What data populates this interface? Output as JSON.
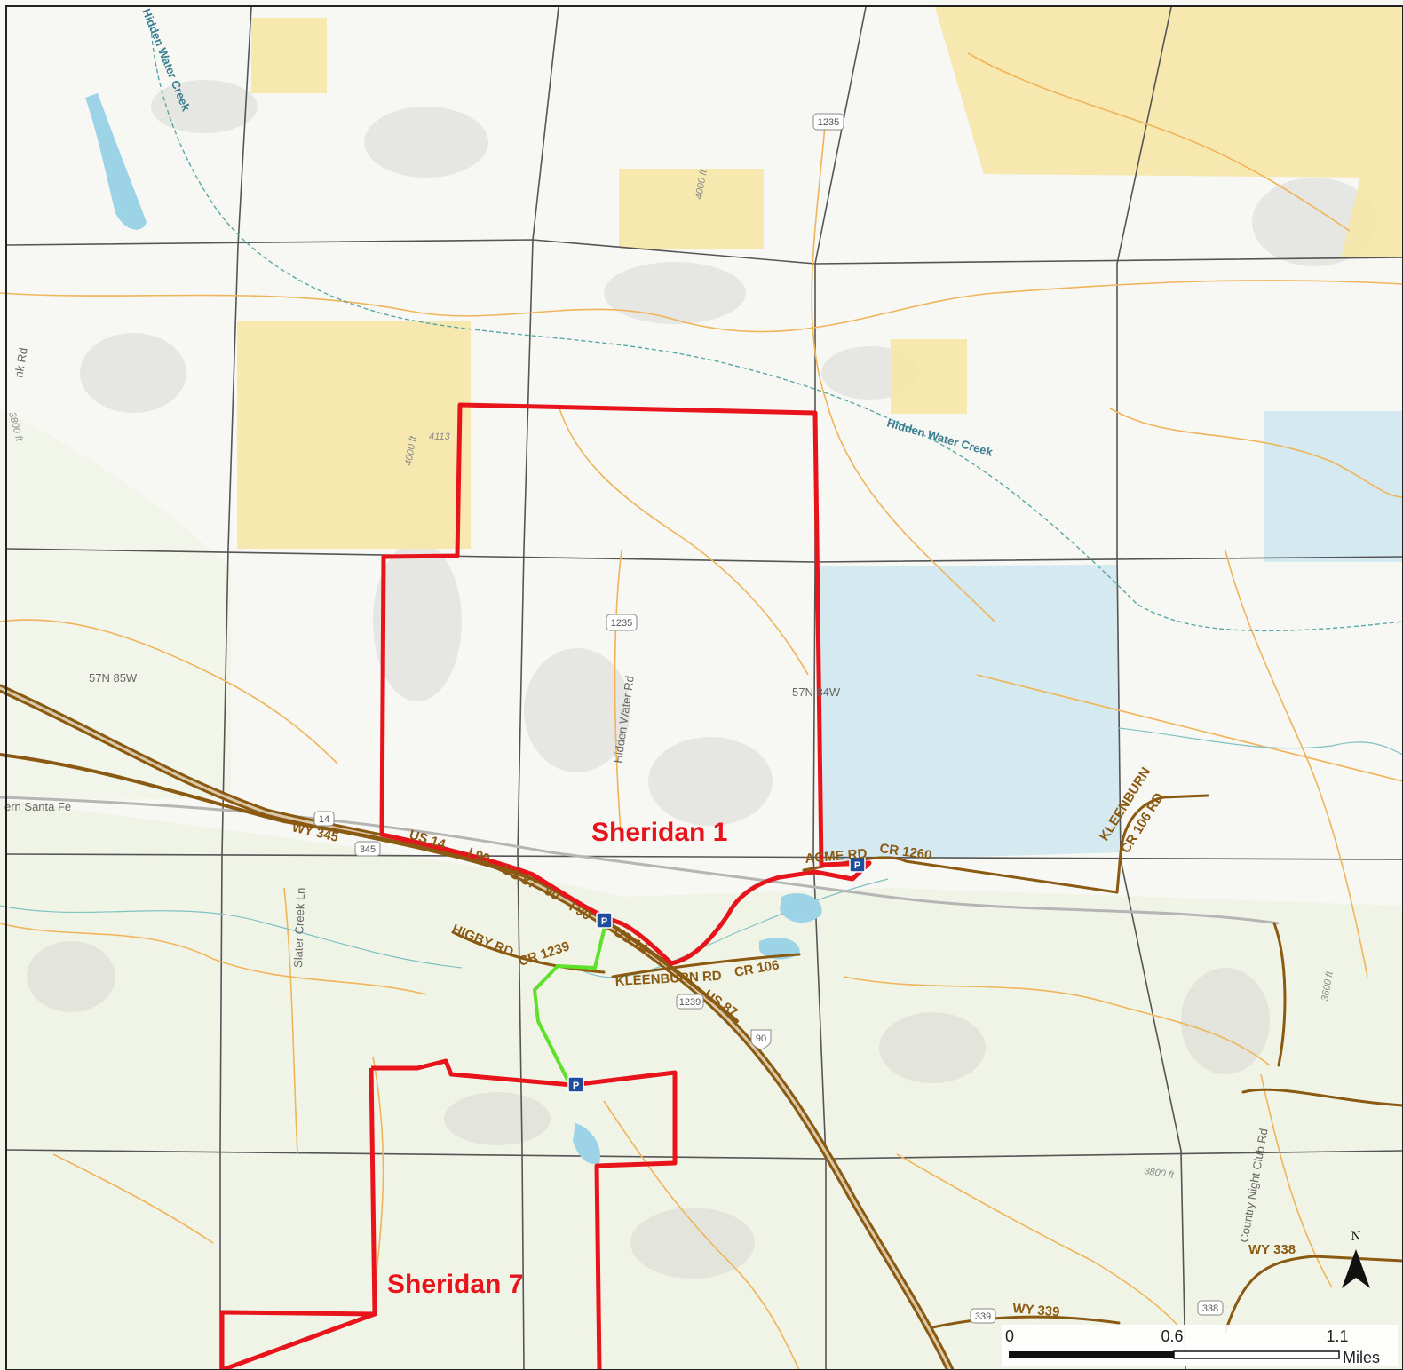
{
  "areas": [
    {
      "name": "Sheridan 1"
    },
    {
      "name": "Sheridan 7"
    }
  ],
  "road_labels": [
    "WY 345",
    "US 14",
    "I 90",
    "US 87",
    "90",
    "I 90",
    "US 14",
    "HIGBY RD",
    "CR 1239",
    "KLEENBURN RD",
    "CR 106",
    "US 87",
    "ACME RD",
    "CR 1260",
    "KLEENBURN",
    "CR 106 RD",
    "WY 338",
    "WY 339"
  ],
  "place_labels": {
    "township_1": "57N 85W",
    "township_2": "57N 84W",
    "hidden_water_rd": "Hidden Water Rd",
    "slater_creek_ln": "Slater Creek Ln",
    "railroad": "ern Santa Fe",
    "tank_rd": "nk Rd",
    "country_club_rd": "Country Night Club Rd"
  },
  "water_labels": {
    "creek_north": "Hidden Water Creek",
    "creek_east": "Hidden Water Creek"
  },
  "contour_labels": [
    "3800 ft",
    "4000 ft",
    "4113",
    "4000 ft",
    "3800 ft",
    "3600 ft"
  ],
  "shields": [
    "1235",
    "1235",
    "345",
    "14",
    "90",
    "1239",
    "338",
    "339"
  ],
  "scale_bar": {
    "ticks": [
      "0",
      "0.6",
      "1.1"
    ],
    "unit": "Miles"
  },
  "north_arrow": {
    "label": "N"
  },
  "parking": {
    "label": "P"
  },
  "colors": {
    "boundary": "#e8141c",
    "trail": "#5fe02a",
    "highway": "#8a5a12",
    "minor_road": "#f0b45a",
    "section_line": "#555555",
    "state_land": "#f6e6a8",
    "blm_land": "#cfe8ef",
    "water": "#9dd3e6",
    "creek": "#5aa8a8",
    "parking_blue": "#1f4e9c"
  }
}
